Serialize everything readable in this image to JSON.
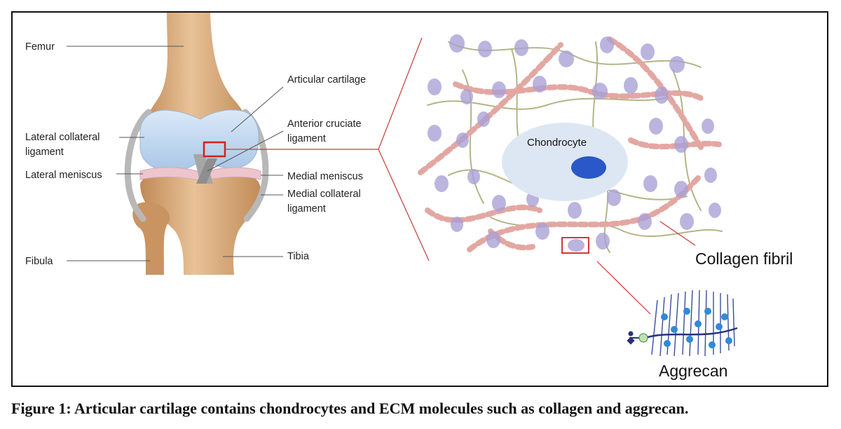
{
  "knee_labels": {
    "femur": "Femur",
    "lateral_collateral_ligament_line1": "Lateral collateral",
    "lateral_collateral_ligament_line2": "ligament",
    "lateral_meniscus": "Lateral meniscus",
    "fibula": "Fibula",
    "articular_cartilage": "Articular cartilage",
    "anterior_cruciate_ligament_line1": "Anterior cruciate",
    "anterior_cruciate_ligament_line2": "ligament",
    "medial_meniscus": "Medial meniscus",
    "medial_collateral_ligament_line1": "Medial collateral",
    "medial_collateral_ligament_line2": "ligament",
    "tibia": "Tibia"
  },
  "matrix_labels": {
    "chondrocyte": "Chondrocyte",
    "collagen_fibril": "Collagen fibril",
    "aggrecan": "Aggrecan"
  },
  "caption": "Figure 1: Articular cartilage contains chondrocytes and ECM molecules such as collagen and aggrecan.",
  "colors": {
    "bone": "#dcae7c",
    "bone_shade": "#b9824e",
    "cartilage": "#c3daf2",
    "meniscus": "#ecc6cc",
    "ligament": "#b8b8b8",
    "highlight": "#d32020",
    "cell": "#dde7f4",
    "nucleus": "#2a58c8",
    "aggrecan": "#a9a0d6",
    "fiber_green": "#b4b487",
    "collagen_stripe": "#e3a7a2"
  }
}
